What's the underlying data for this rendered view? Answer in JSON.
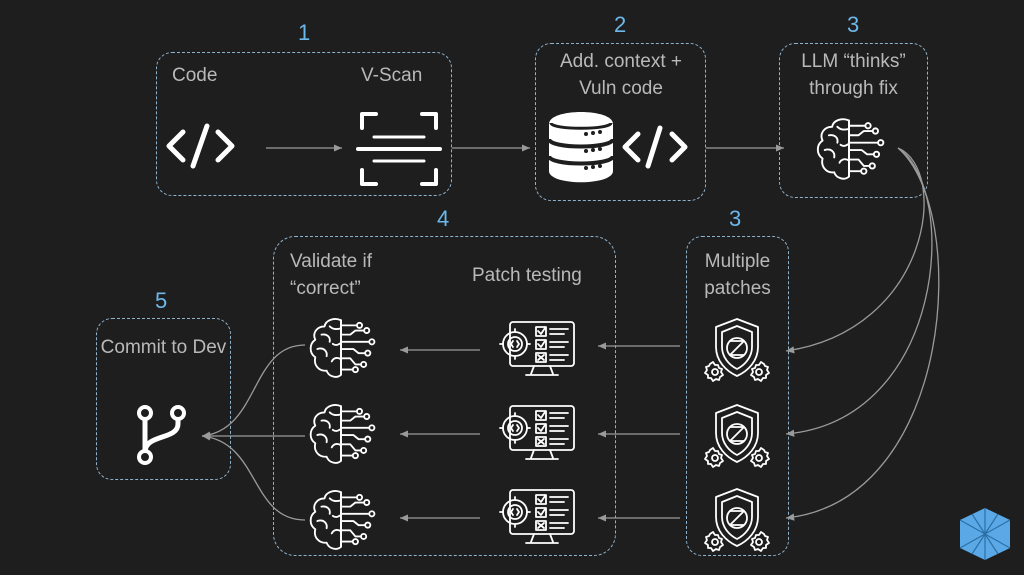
{
  "steps": {
    "s1": {
      "number": "1",
      "left_label": "Code",
      "right_label": "V-Scan"
    },
    "s2": {
      "number": "2",
      "label": "Add. context + Vuln code"
    },
    "s3a": {
      "number": "3",
      "label": "LLM “thinks” through fix"
    },
    "s3b": {
      "number": "3",
      "label": "Multiple patches"
    },
    "s4": {
      "number": "4",
      "validate_label": "Validate if “correct”",
      "patch_label": "Patch testing"
    },
    "s5": {
      "number": "5",
      "label": "Commit to Dev"
    }
  },
  "icons": {
    "code": "code-brackets-icon",
    "scan": "scan-frame-icon",
    "database": "database-icon",
    "brain": "ai-brain-icon",
    "shield": "shield-gear-icon",
    "test": "monitor-checklist-icon",
    "branch": "git-branch-icon",
    "logo": "crystal-logo-icon"
  },
  "colors": {
    "background": "#1e1e1f",
    "accent": "#6db8ea",
    "dashed_border": "#8fb3cc",
    "label": "#b9b9b9"
  }
}
